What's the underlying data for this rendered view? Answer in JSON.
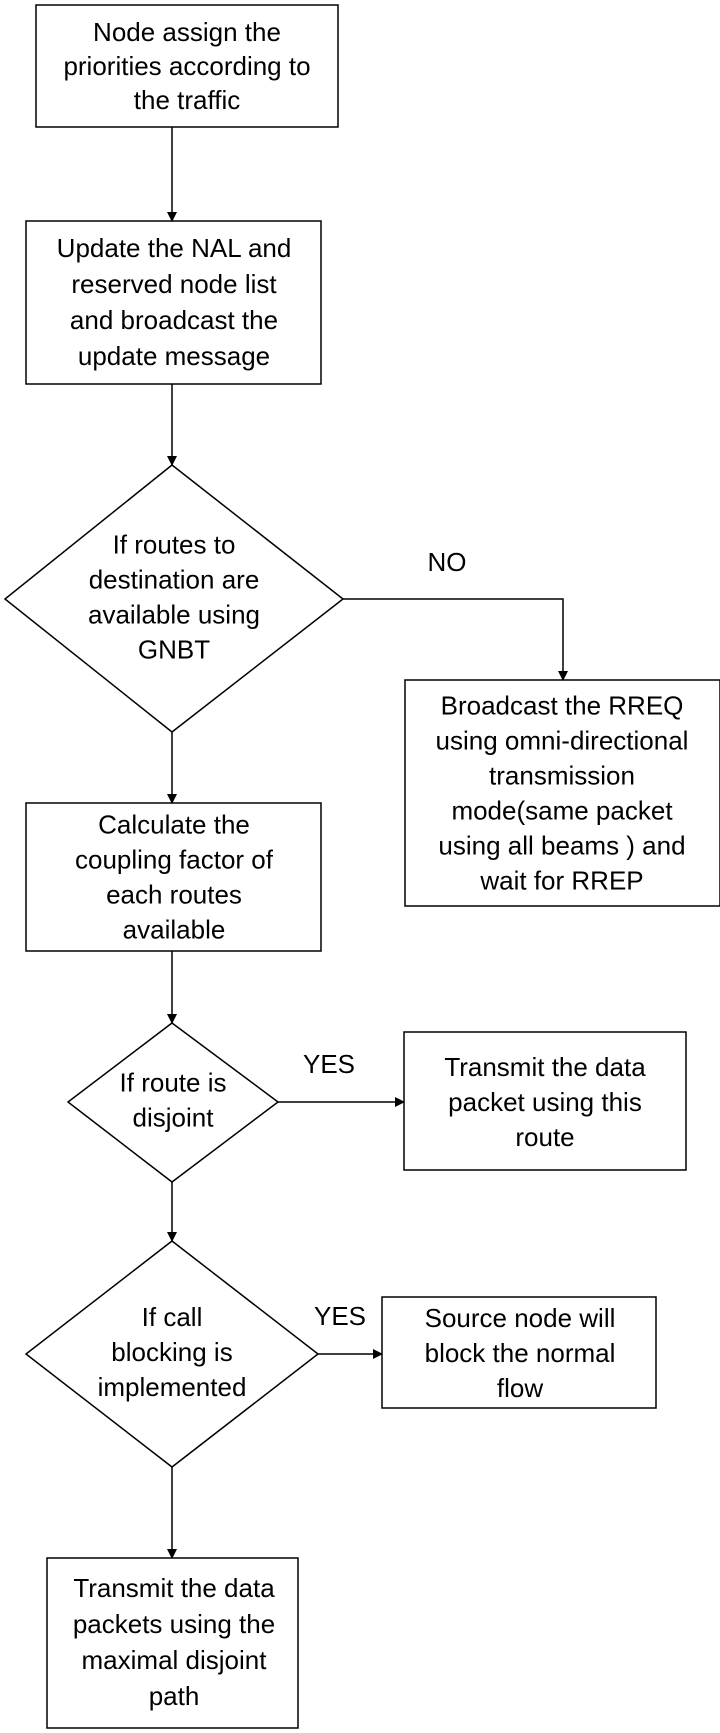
{
  "colors": {
    "stroke": "#000000",
    "background": "#ffffff",
    "text": "#000000"
  },
  "nodes": {
    "assign_priorities": {
      "lines": [
        "Node assign the",
        "priorities according to",
        "the traffic"
      ]
    },
    "update_nal": {
      "lines": [
        "Update the NAL and",
        "reserved node list",
        "and broadcast the",
        "update message"
      ]
    },
    "routes_available": {
      "lines": [
        "If routes to",
        "destination are",
        "available using",
        "GNBT"
      ]
    },
    "broadcast_rreq": {
      "lines": [
        "Broadcast the RREQ",
        "using omni-directional",
        "transmission",
        "mode(same packet",
        "using all beams ) and",
        "wait for RREP"
      ]
    },
    "calculate_coupling": {
      "lines": [
        "Calculate the",
        "coupling factor of",
        "each routes",
        "available"
      ]
    },
    "route_disjoint": {
      "lines": [
        "If route is",
        "disjoint"
      ]
    },
    "transmit_route": {
      "lines": [
        "Transmit the data",
        "packet using this",
        "route"
      ]
    },
    "call_blocking": {
      "lines": [
        "If call",
        "blocking is",
        "implemented"
      ]
    },
    "block_flow": {
      "lines": [
        "Source node will",
        "block the normal",
        "flow"
      ]
    },
    "transmit_disjoint": {
      "lines": [
        "Transmit the data",
        "packets using the",
        "maximal disjoint",
        "path"
      ]
    }
  },
  "edge_labels": {
    "no": "NO",
    "yes_disjoint": "YES",
    "yes_blocking": "YES"
  }
}
